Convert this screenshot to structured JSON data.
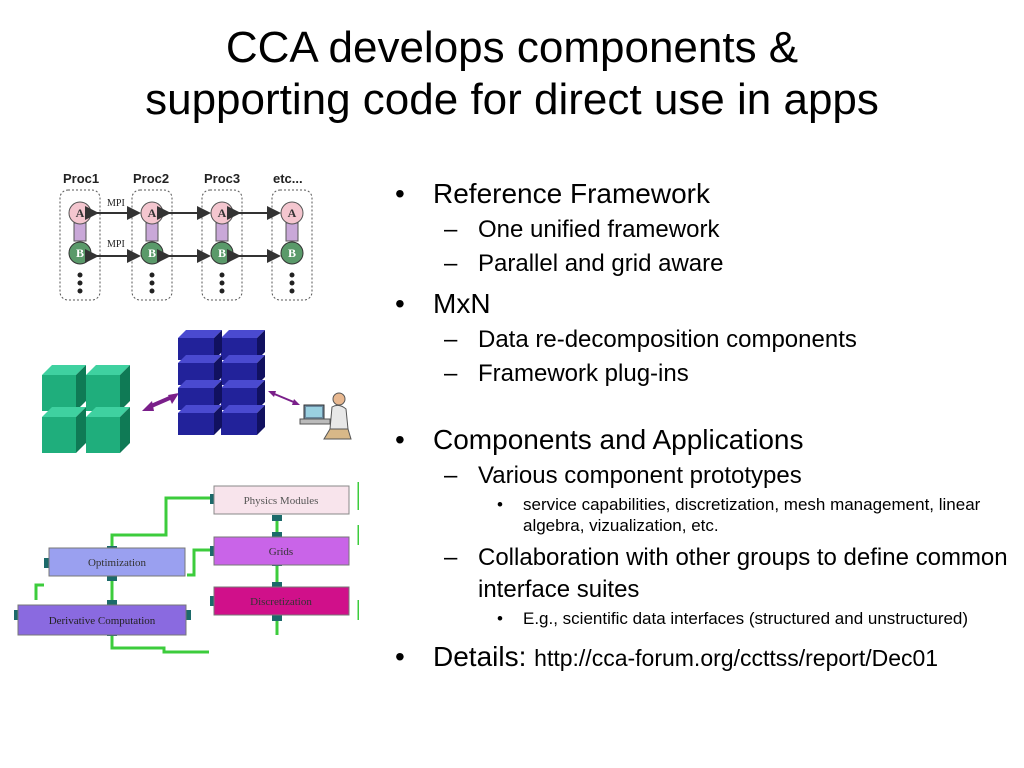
{
  "title": {
    "line1": "CCA develops components &",
    "line2": "supporting code for direct use in apps"
  },
  "bullets": {
    "reference_framework": "Reference Framework",
    "one_unified": "One unified framework",
    "parallel_grid": "Parallel and grid aware",
    "mxn": "MxN",
    "data_redecomp": "Data re-decomposition components",
    "framework_plugins": "Framework plug-ins",
    "components_apps": "Components and Applications",
    "various_prototypes": "Various component prototypes",
    "service_caps": "service capabilities, discretization, mesh management, linear algebra, vizualization, etc.",
    "collaboration": "Collaboration with other groups to define common interface suites",
    "eg_scientific": "E.g., scientific data interfaces (structured and unstructured)",
    "details_label": "Details:",
    "details_url": "http://cca-forum.org/ccttss/report/Dec01",
    "bullet_char": "•",
    "dash_char": "–"
  },
  "proc_diagram": {
    "procs": [
      "Proc1",
      "Proc2",
      "Proc3",
      "etc..."
    ],
    "mpi_label": "MPI",
    "node_a": "A",
    "node_b": "B",
    "colors": {
      "a_fill": "#f4c6cf",
      "b_fill": "#5a9a6a",
      "link_fill": "#c9a8d8"
    }
  },
  "mxn_diagram": {
    "colors": {
      "green": "#1fae7c",
      "blue": "#22229a",
      "arrow": "#7a1f8a"
    }
  },
  "component_diagram": {
    "boxes": {
      "physics": "Physics Modules",
      "grids": "Grids",
      "discretization": "Discretization",
      "optimization": "Optimization",
      "derivative": "Derivative Computation"
    },
    "colors": {
      "physics": "#f8e4ec",
      "grids": "#c964e8",
      "discretization": "#d0108a",
      "optimization": "#9aa0f0",
      "derivative": "#8a6ae0",
      "wire": "#3ccc3c",
      "port": "#1c6a6a"
    }
  }
}
